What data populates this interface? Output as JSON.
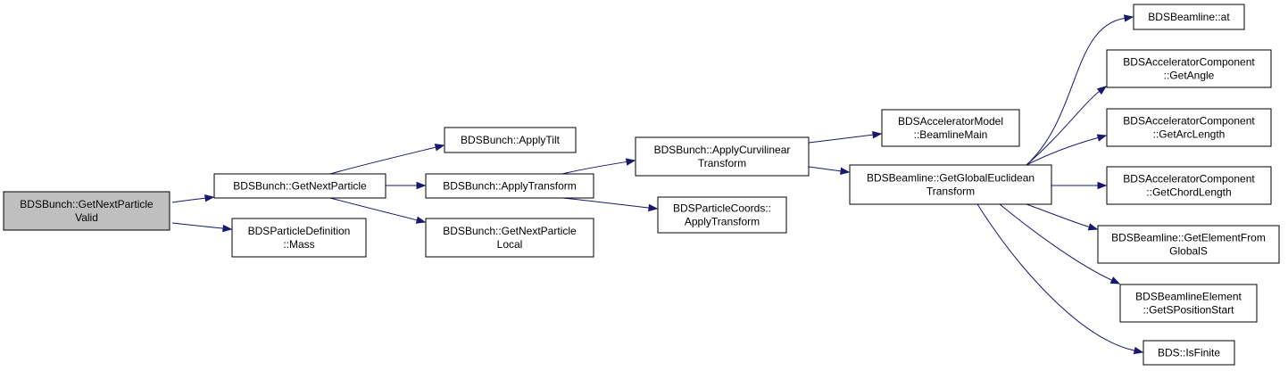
{
  "colors": {
    "edge": "#191970",
    "node_fill": "#ffffff",
    "focus_fill": "#bfbfbf",
    "node_border": "#000000"
  },
  "nodes": [
    {
      "id": "n0",
      "lines": [
        "BDSBunch::GetNextParticle",
        "Valid"
      ],
      "focus": true
    },
    {
      "id": "n1",
      "lines": [
        "BDSBunch::GetNextParticle"
      ]
    },
    {
      "id": "n2",
      "lines": [
        "BDSParticleDefinition",
        "::Mass"
      ]
    },
    {
      "id": "n3",
      "lines": [
        "BDSBunch::ApplyTilt"
      ]
    },
    {
      "id": "n4",
      "lines": [
        "BDSBunch::ApplyTransform"
      ]
    },
    {
      "id": "n5",
      "lines": [
        "BDSBunch::GetNextParticle",
        "Local"
      ]
    },
    {
      "id": "n6",
      "lines": [
        "BDSBunch::ApplyCurvilinear",
        "Transform"
      ]
    },
    {
      "id": "n7",
      "lines": [
        "BDSParticleCoords::",
        "ApplyTransform"
      ]
    },
    {
      "id": "n8",
      "lines": [
        "BDSAcceleratorModel",
        "::BeamlineMain"
      ]
    },
    {
      "id": "n9",
      "lines": [
        "BDSBeamline::GetGlobalEuclidean",
        "Transform"
      ]
    },
    {
      "id": "n10",
      "lines": [
        "BDSBeamline::at"
      ]
    },
    {
      "id": "n11",
      "lines": [
        "BDSAcceleratorComponent",
        "::GetAngle"
      ]
    },
    {
      "id": "n12",
      "lines": [
        "BDSAcceleratorComponent",
        "::GetArcLength"
      ]
    },
    {
      "id": "n13",
      "lines": [
        "BDSAcceleratorComponent",
        "::GetChordLength"
      ]
    },
    {
      "id": "n14",
      "lines": [
        "BDSBeamline::GetElementFrom",
        "GlobalS"
      ]
    },
    {
      "id": "n15",
      "lines": [
        "BDSBeamlineElement",
        "::GetSPositionStart"
      ]
    },
    {
      "id": "n16",
      "lines": [
        "BDS::IsFinite"
      ]
    }
  ],
  "edges": [
    {
      "from": "n0",
      "to": "n1"
    },
    {
      "from": "n0",
      "to": "n2"
    },
    {
      "from": "n1",
      "to": "n3"
    },
    {
      "from": "n1",
      "to": "n4"
    },
    {
      "from": "n1",
      "to": "n5"
    },
    {
      "from": "n4",
      "to": "n6"
    },
    {
      "from": "n4",
      "to": "n7"
    },
    {
      "from": "n6",
      "to": "n8"
    },
    {
      "from": "n6",
      "to": "n9"
    },
    {
      "from": "n9",
      "to": "n10"
    },
    {
      "from": "n9",
      "to": "n11"
    },
    {
      "from": "n9",
      "to": "n12"
    },
    {
      "from": "n9",
      "to": "n13"
    },
    {
      "from": "n9",
      "to": "n14"
    },
    {
      "from": "n9",
      "to": "n15"
    },
    {
      "from": "n9",
      "to": "n16"
    }
  ]
}
